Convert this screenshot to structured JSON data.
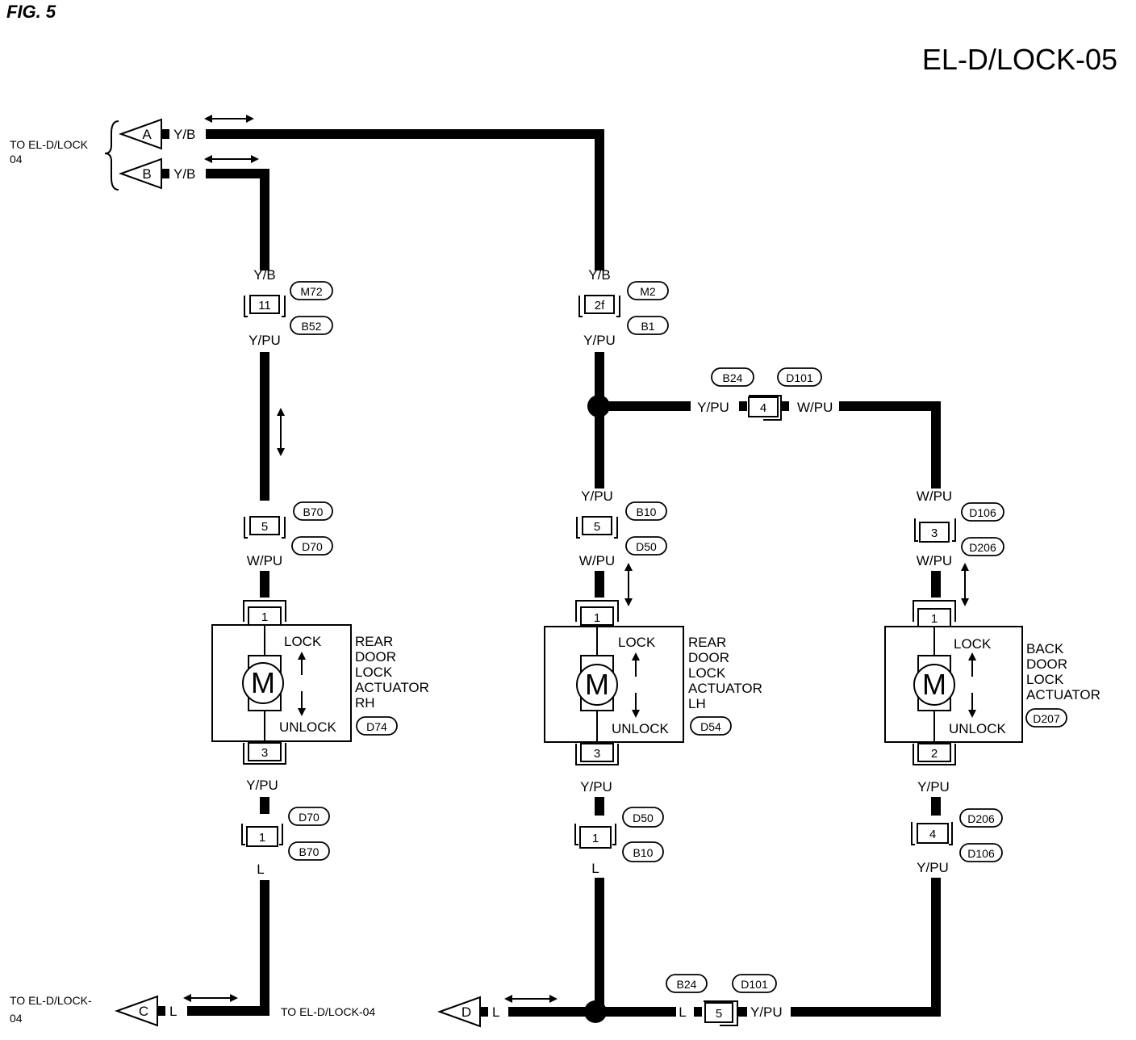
{
  "figure_label": "FIG. 5",
  "page_code": "EL-D/LOCK-05",
  "connectors_in": {
    "A": {
      "letter": "A",
      "wire": "Y/B"
    },
    "B": {
      "letter": "B",
      "wire": "Y/B"
    },
    "ref_ab": "TO EL-D/LOCK",
    "ref_ab_page": "04"
  },
  "connectors_out": {
    "C": {
      "letter": "C",
      "wire": "L"
    },
    "D": {
      "letter": "D",
      "wire": "L"
    },
    "ref_c": "TO EL-D/LOCK-",
    "ref_c_page": "04",
    "ref_c_right": "TO EL-D/LOCK-04"
  },
  "left_branch": {
    "top_wire": "Y/B",
    "jc1": {
      "pin": "11",
      "upper": "M72",
      "lower": "B52"
    },
    "wire2": "Y/PU",
    "jc2": {
      "pin": "5",
      "upper": "B70",
      "lower": "D70"
    },
    "wire3": "W/PU",
    "act_pin_top": "1",
    "act_pin_bot": "3",
    "wire4": "Y/PU",
    "jc3": {
      "pin": "1",
      "upper": "D70",
      "lower": "B70"
    },
    "wire5": "L",
    "actuator": {
      "name": [
        "REAR",
        "DOOR",
        "LOCK",
        "ACTUATOR",
        "RH"
      ],
      "id": "D74",
      "lock": "LOCK",
      "unlock": "UNLOCK",
      "motor": "M"
    }
  },
  "middle_branch": {
    "top_wire": "Y/B",
    "jc1": {
      "pin": "2f",
      "upper": "M2",
      "lower": "B1"
    },
    "wire2": "Y/PU",
    "wire3": "Y/PU",
    "jc2": {
      "pin": "5",
      "upper": "B10",
      "lower": "D50"
    },
    "wire4": "W/PU",
    "act_pin_top": "1",
    "act_pin_bot": "3",
    "wire5": "Y/PU",
    "jc3": {
      "pin": "1",
      "upper": "D50",
      "lower": "B10"
    },
    "wire6": "L",
    "actuator": {
      "name": [
        "REAR",
        "DOOR",
        "LOCK",
        "ACTUATOR",
        "LH"
      ],
      "id": "D54",
      "lock": "LOCK",
      "unlock": "UNLOCK",
      "motor": "M"
    }
  },
  "cross_top": {
    "wire_left": "Y/PU",
    "pin": "4",
    "wire_right": "W/PU",
    "tag_left": "B24",
    "tag_right": "D101"
  },
  "right_branch": {
    "wire1": "W/PU",
    "jc1": {
      "pin": "3",
      "upper": "D106",
      "lower": "D206"
    },
    "wire2": "W/PU",
    "act_pin_top": "1",
    "act_pin_bot": "2",
    "wire3": "Y/PU",
    "jc2": {
      "pin": "4",
      "upper": "D206",
      "lower": "D106"
    },
    "wire4": "Y/PU",
    "actuator": {
      "name": [
        "BACK",
        "DOOR",
        "LOCK",
        "ACTUATOR"
      ],
      "id": "D207",
      "lock": "LOCK",
      "unlock": "UNLOCK",
      "motor": "M"
    }
  },
  "cross_bottom": {
    "wire_left": "L",
    "pin": "5",
    "wire_right": "Y/PU",
    "tag_left": "B24",
    "tag_right": "D101"
  }
}
